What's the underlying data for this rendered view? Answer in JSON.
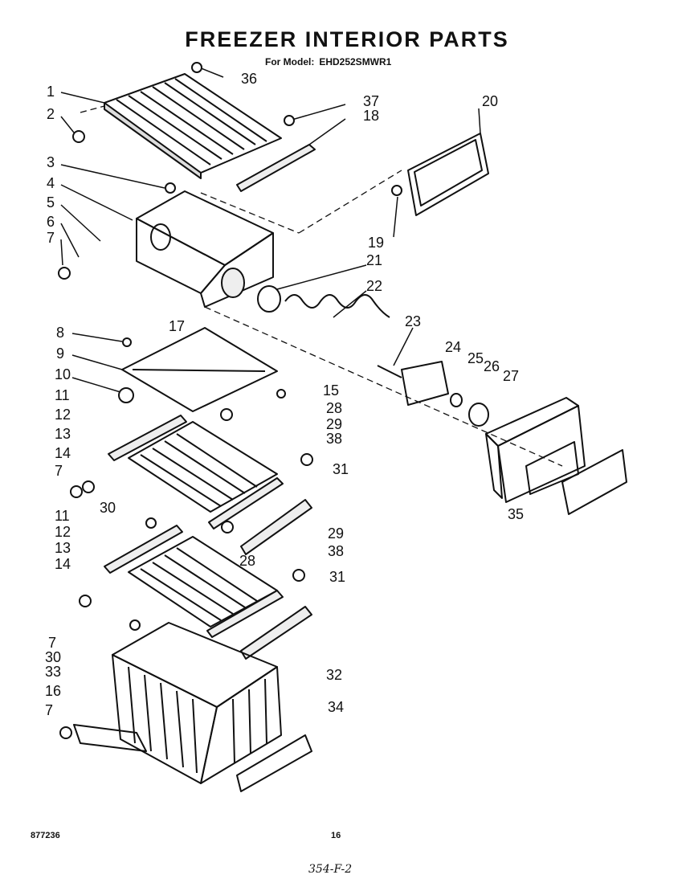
{
  "page": {
    "title": "FREEZER INTERIOR PARTS",
    "model_label": "For Model:",
    "model": "EHD252SMWR1",
    "doc_number": "877236",
    "page_number": "16",
    "handwritten_note": "354-F-2"
  },
  "callouts": {
    "c1": "1",
    "c2": "2",
    "c3": "3",
    "c4": "4",
    "c5": "5",
    "c6": "6",
    "c7": "7",
    "c8": "8",
    "c9": "9",
    "c10": "10",
    "c11": "11",
    "c12": "12",
    "c13": "13",
    "c14": "14",
    "c15": "15",
    "c16": "16",
    "c17": "17",
    "c18": "18",
    "c19": "19",
    "c20": "20",
    "c21": "21",
    "c22": "22",
    "c23": "23",
    "c24": "24",
    "c25": "25",
    "c26": "26",
    "c27": "27",
    "c28": "28",
    "c29": "29",
    "c30": "30",
    "c31": "31",
    "c32": "32",
    "c33": "33",
    "c34": "34",
    "c35": "35",
    "c36": "36",
    "c37": "37",
    "c38": "38"
  },
  "icons": {
    "top-shelf": "wire-shelf-icon",
    "ice-bin-housing": "bin-housing-icon",
    "auger-spring": "spring-icon",
    "ice-bucket": "ice-bucket-icon",
    "basket": "wire-basket-icon"
  }
}
